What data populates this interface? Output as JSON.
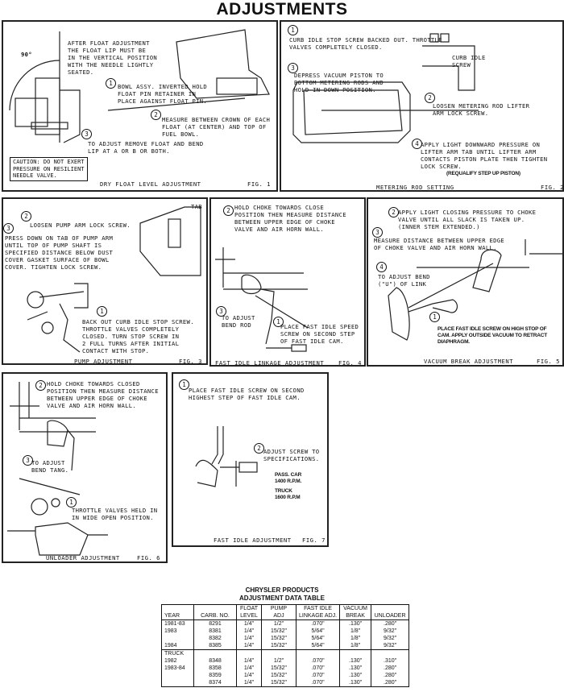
{
  "page_title": "ADJUSTMENTS",
  "fig1": {
    "note": "AFTER FLOAT ADJUSTMENT\nTHE FLOAT LIP MUST BE\nIN THE VERTICAL POSITION\nWITH THE NEEDLE LIGHTLY\nSEATED.",
    "angle": "90°",
    "step1": "BOWL ASSY. INVERTED HOLD\nFLOAT PIN RETAINER IN\nPLACE AGAINST FLOAT PIN.",
    "step2": "MEASURE BETWEEN CROWN OF EACH\nFLOAT (AT CENTER) AND TOP OF\nFUEL BOWL.",
    "step3": "TO ADJUST REMOVE FLOAT AND BEND\nLIP AT A OR B OR BOTH.",
    "caution": "CAUTION: DO NOT EXERT\nPRESSURE ON RESILIENT\nNEEDLE VALVE.",
    "caption": "DRY FLOAT LEVEL ADJUSTMENT",
    "fig": "FIG. 1"
  },
  "fig2": {
    "step1": "CURB IDLE STOP SCREW BACKED OUT. THROTTLE\nVALVES COMPLETELY CLOSED.",
    "step3": "DEPRESS VACUUM PISTON TO\nBOTTOM METERING RODS AND\nHOLD IN DOWN POSITION.",
    "curb_label": "CURB IDLE\nSCREW",
    "step2": "LOOSEN METERING ROD LIFTER\nARM LOCK SCREW.",
    "step4": "APPLY LIGHT DOWNWARD PRESSURE ON\nLIFTER ARM TAB UNTIL LIFTER ARM\nCONTACTS PISTON PLATE THEN TIGHTEN\nLOCK SCREW.",
    "requalify": "(REQUALIFY STEP UP PISTON)",
    "caption": "METERING ROD SETTING",
    "fig": "FIG. 2"
  },
  "fig3": {
    "step2": "LOOSEN PUMP ARM LOCK SCREW.",
    "step3": "PRESS DOWN ON TAB OF PUMP ARM\nUNTIL TOP OF PUMP SHAFT IS\nSPECIFIED DISTANCE BELOW DUST\nCOVER GASKET SURFACE OF BOWL\nCOVER. TIGHTEN LOCK SCREW.",
    "tab": "TAB",
    "step1": "BACK OUT CURB IDLE STOP SCREW.\nTHROTTLE VALVES COMPLETELY\nCLOSED. TURN STOP SCREW IN\n2 FULL TURNS AFTER INITIAL\nCONTACT WITH STOP.",
    "caption": "PUMP ADJUSTMENT",
    "fig": "FIG. 3"
  },
  "fig4": {
    "step2": "HOLD CHOKE TOWARDS CLOSE\nPOSITION THEN MEASURE DISTANCE\nBETWEEN UPPER EDGE OF CHOKE\nVALVE AND AIR HORN WALL.",
    "step3": "TO ADJUST\nBEND ROD",
    "step1": "PLACE FAST IDLE SPEED\nSCREW ON SECOND STEP\nOF FAST IDLE CAM.",
    "caption": "FAST IDLE LINKAGE ADJUSTMENT",
    "fig": "FIG. 4"
  },
  "fig5": {
    "step2": "APPLY LIGHT CLOSING PRESSURE TO CHOKE\nVALVE UNTIL ALL SLACK IS TAKEN UP.\n(INNER STEM EXTENDED.)",
    "step3": "MEASURE DISTANCE BETWEEN UPPER EDGE\nOF CHOKE VALVE AND AIR HORN WALL.",
    "step4": "TO ADJUST BEND\n(\"U\") OF LINK",
    "step1": "PLACE FAST IDLE SCREW ON HIGH STOP OF\nCAM. APPLY OUTSIDE VACUUM TO RETRACT\nDIAPHRAGM.",
    "caption": "VACUUM BREAK ADJUSTMENT",
    "fig": "FIG. 5"
  },
  "fig6": {
    "step2": "HOLD CHOKE TOWARDS CLOSED\nPOSITION THEN MEASURE DISTANCE\nBETWEEN UPPER EDGE OF CHOKE\nVALVE AND AIR HORN WALL.",
    "step3": "TO ADJUST\nBEND TANG.",
    "step1": "THROTTLE VALVES HELD IN\nIN WIDE OPEN POSITION.",
    "caption": "UNLOADER ADJUSTMENT",
    "fig": "FIG. 6"
  },
  "fig7": {
    "step1": "PLACE FAST IDLE SCREW ON SECOND\nHIGHEST STEP OF FAST IDLE CAM.",
    "step2": "ADJUST SCREW TO\nSPECIFICATIONS.",
    "pass_car": "PASS. CAR\n1400 R.P.M.",
    "truck": "TRUCK\n1600 R.P.M",
    "caption": "FAST IDLE ADJUSTMENT",
    "fig": "FIG. 7"
  },
  "table": {
    "title": "CHRYSLER PRODUCTS",
    "subtitle": "ADJUSTMENT DATA TABLE",
    "headers": [
      "YEAR",
      "CARB. NO.",
      "FLOAT\nLEVEL",
      "PUMP\nADJ",
      "FAST IDLE\nLINKAGE ADJ.",
      "VACUUM\nBREAK",
      "UNLOADER"
    ],
    "rows": [
      [
        "1981-83",
        "8291",
        "1/4\"",
        "1/2\"",
        ".070\"",
        ".130\"",
        ".280\""
      ],
      [
        "1983",
        "8381",
        "1/4\"",
        "15/32\"",
        "5/64\"",
        "1/8\"",
        "9/32\""
      ],
      [
        "",
        "8382",
        "1/4\"",
        "15/32\"",
        "5/64\"",
        "1/8\"",
        "9/32\""
      ],
      [
        "1984",
        "8385",
        "1/4\"",
        "15/32\"",
        "5/64\"",
        "1/8\"",
        "9/32\""
      ],
      [
        "TRUCK",
        "",
        "",
        "",
        "",
        "",
        ""
      ],
      [
        "1982",
        "8348",
        "1/4\"",
        "1/2\"",
        ".070\"",
        ".130\"",
        ".310\""
      ],
      [
        "1983-84",
        "8358",
        "1/4\"",
        "15/32\"",
        ".070\"",
        ".130\"",
        ".280\""
      ],
      [
        "",
        "8359",
        "1/4\"",
        "15/32\"",
        ".070\"",
        ".130\"",
        ".280\""
      ],
      [
        "",
        "8374",
        "1/4\"",
        "15/32\"",
        ".070\"",
        ".130\"",
        ".280\""
      ]
    ]
  }
}
